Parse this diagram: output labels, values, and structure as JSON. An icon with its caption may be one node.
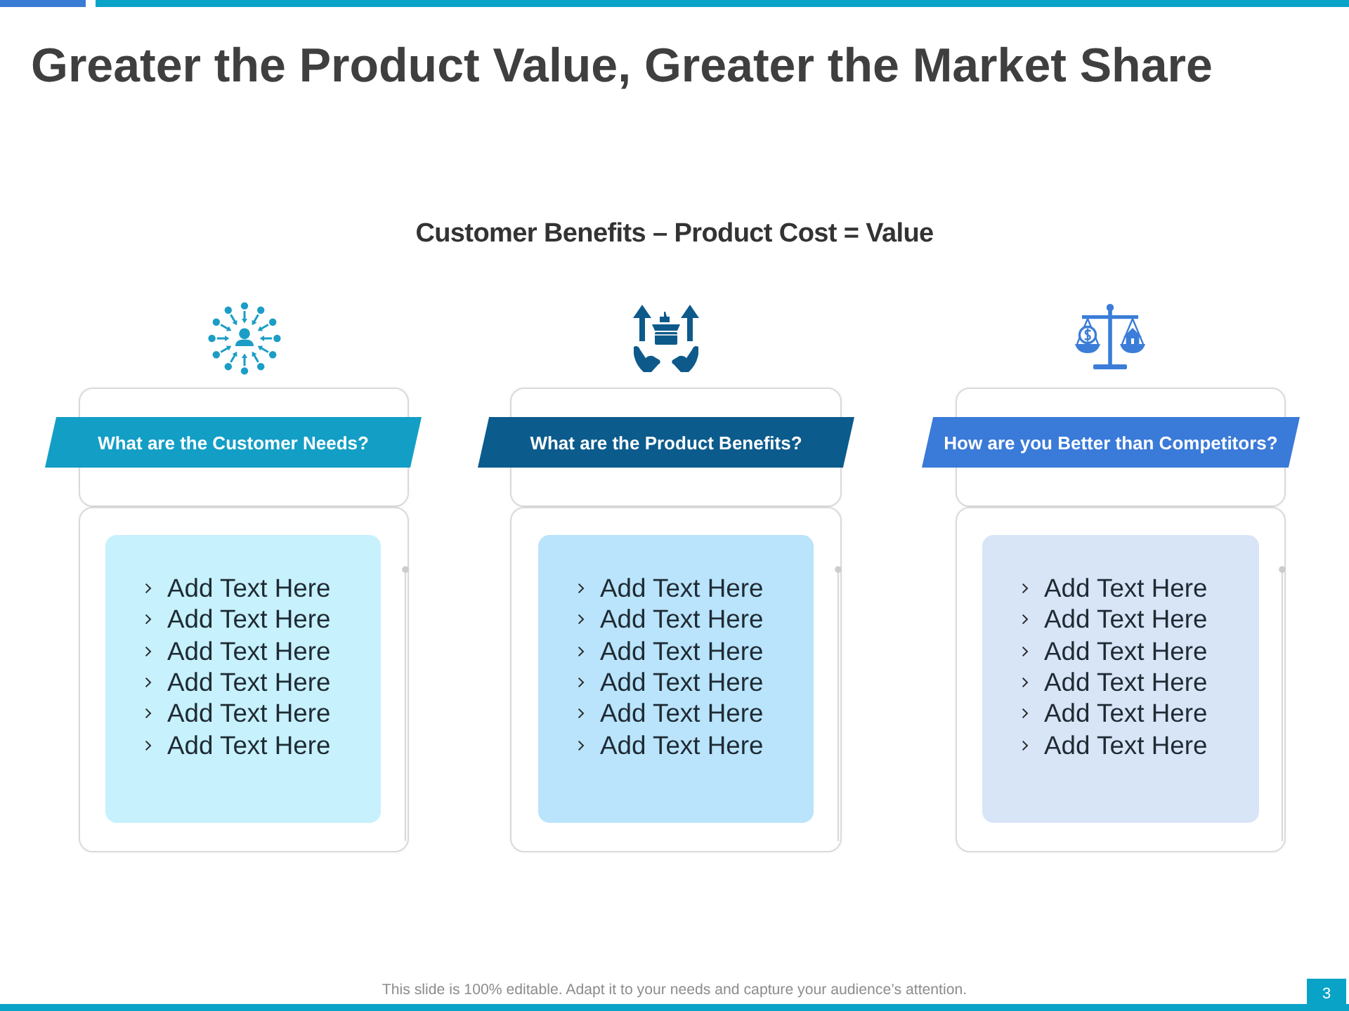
{
  "diagram": {
    "title": "Greater the Product Value, Greater the Market Share",
    "nodes": [
      {
        "text": [],
        "shape": "box"
      },
      {
        "text": [
          "What are the Customer Needs?"
        ]
      },
      {
        "text": [],
        "shape": "box"
      },
      {
        "text": [
          "Add Text Here",
          "Add Text Here",
          "Add Text Here",
          "Add Text Here",
          "Add Text Here",
          "Add Text Here"
        ],
        "in": 2
      },
      {
        "text": [],
        "shape": "box"
      },
      {
        "text": [
          "What are the Product Benefits?"
        ]
      },
      {
        "text": [],
        "shape": "box"
      },
      {
        "text": [
          "Add Text Here",
          "Add Text Here",
          "Add Text Here",
          "Add Text Here",
          "Add Text Here",
          "Add Text Here"
        ],
        "in": 6
      },
      {
        "text": [],
        "shape": "box"
      },
      {
        "text": [
          "How are you Better than Competitors?"
        ]
      },
      {
        "text": [],
        "shape": "box"
      },
      {
        "text": [
          "Add Text Here",
          "Add Text Here",
          "Add Text Here",
          "Add Text Here",
          "Add Text Here",
          "Add Text Here"
        ],
        "in": 10
      }
    ],
    "labels": [
      "Customer Benefits – Product Cost = Value",
      "This slide is 100% editable. Adapt it to your needs and capture your audience’s attention.",
      "3"
    ]
  }
}
